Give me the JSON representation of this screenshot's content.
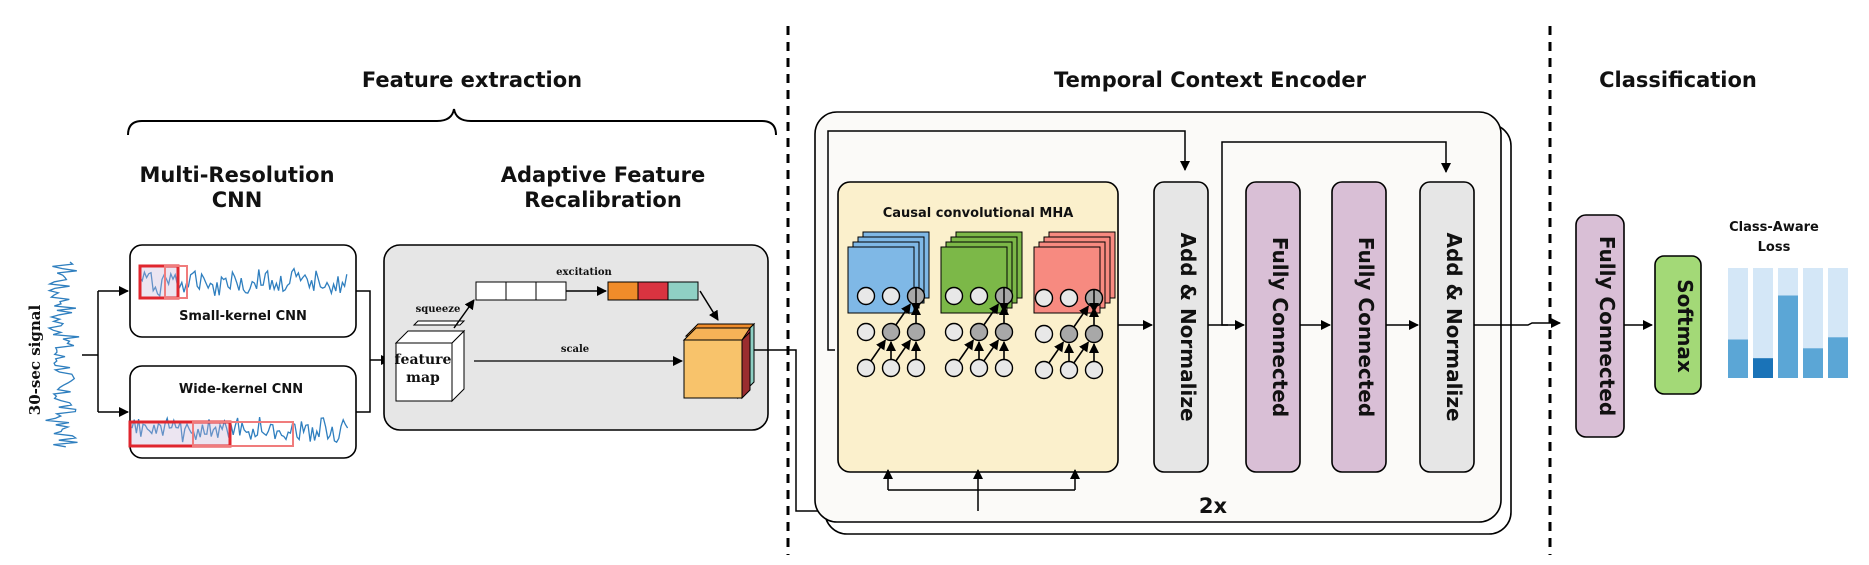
{
  "headers": {
    "feature_extraction": "Feature extraction",
    "temporal_encoder": "Temporal Context Encoder",
    "classification": "Classification"
  },
  "feature_extraction": {
    "mrcnn_title_line1": "Multi-Resolution",
    "mrcnn_title_line2": "CNN",
    "afr_title_line1": "Adaptive Feature",
    "afr_title_line2": "Recalibration",
    "input_signal_label": "30-sec signal",
    "small_kernel_label": "Small-kernel CNN",
    "wide_kernel_label": "Wide-kernel CNN",
    "feature_map_line1": "feature",
    "feature_map_line2": "map",
    "squeeze_label": "squeeze",
    "excitation_label": "excitation",
    "scale_label": "scale"
  },
  "encoder": {
    "mha_title": "Causal convolutional MHA",
    "add_norm_1": "Add & Normalize",
    "fc_1": "Fully Connected",
    "fc_2": "Fully Connected",
    "add_norm_2": "Add & Normalize",
    "repeat_label": "2x"
  },
  "classifier": {
    "fc_label": "Fully Connected",
    "softmax_label": "Softmax",
    "loss_title_line1": "Class-Aware",
    "loss_title_line2": "Loss",
    "loss_bars": [
      0.35,
      0.18,
      0.75,
      0.27,
      0.37
    ],
    "highlight_bar_index": 1
  },
  "colors": {
    "signal": "#2f7fbf",
    "crop_window": "#e0262e",
    "excitation_cells": [
      "#f08c2a",
      "#d93340",
      "#8fd0c4"
    ],
    "mha_query": "#7fb8e6",
    "mha_key": "#7cb848",
    "mha_value": "#f78a80",
    "mha_panel": "#fbf0cc",
    "fc_box": "#d9bfd6",
    "add_norm_box": "#e6e6e6",
    "softmax_box": "#a3d977",
    "loss_bar": "#5ba6d6",
    "loss_bar_highlight": "#1a73b8",
    "loss_bar_bg": "#d4e7f7"
  }
}
